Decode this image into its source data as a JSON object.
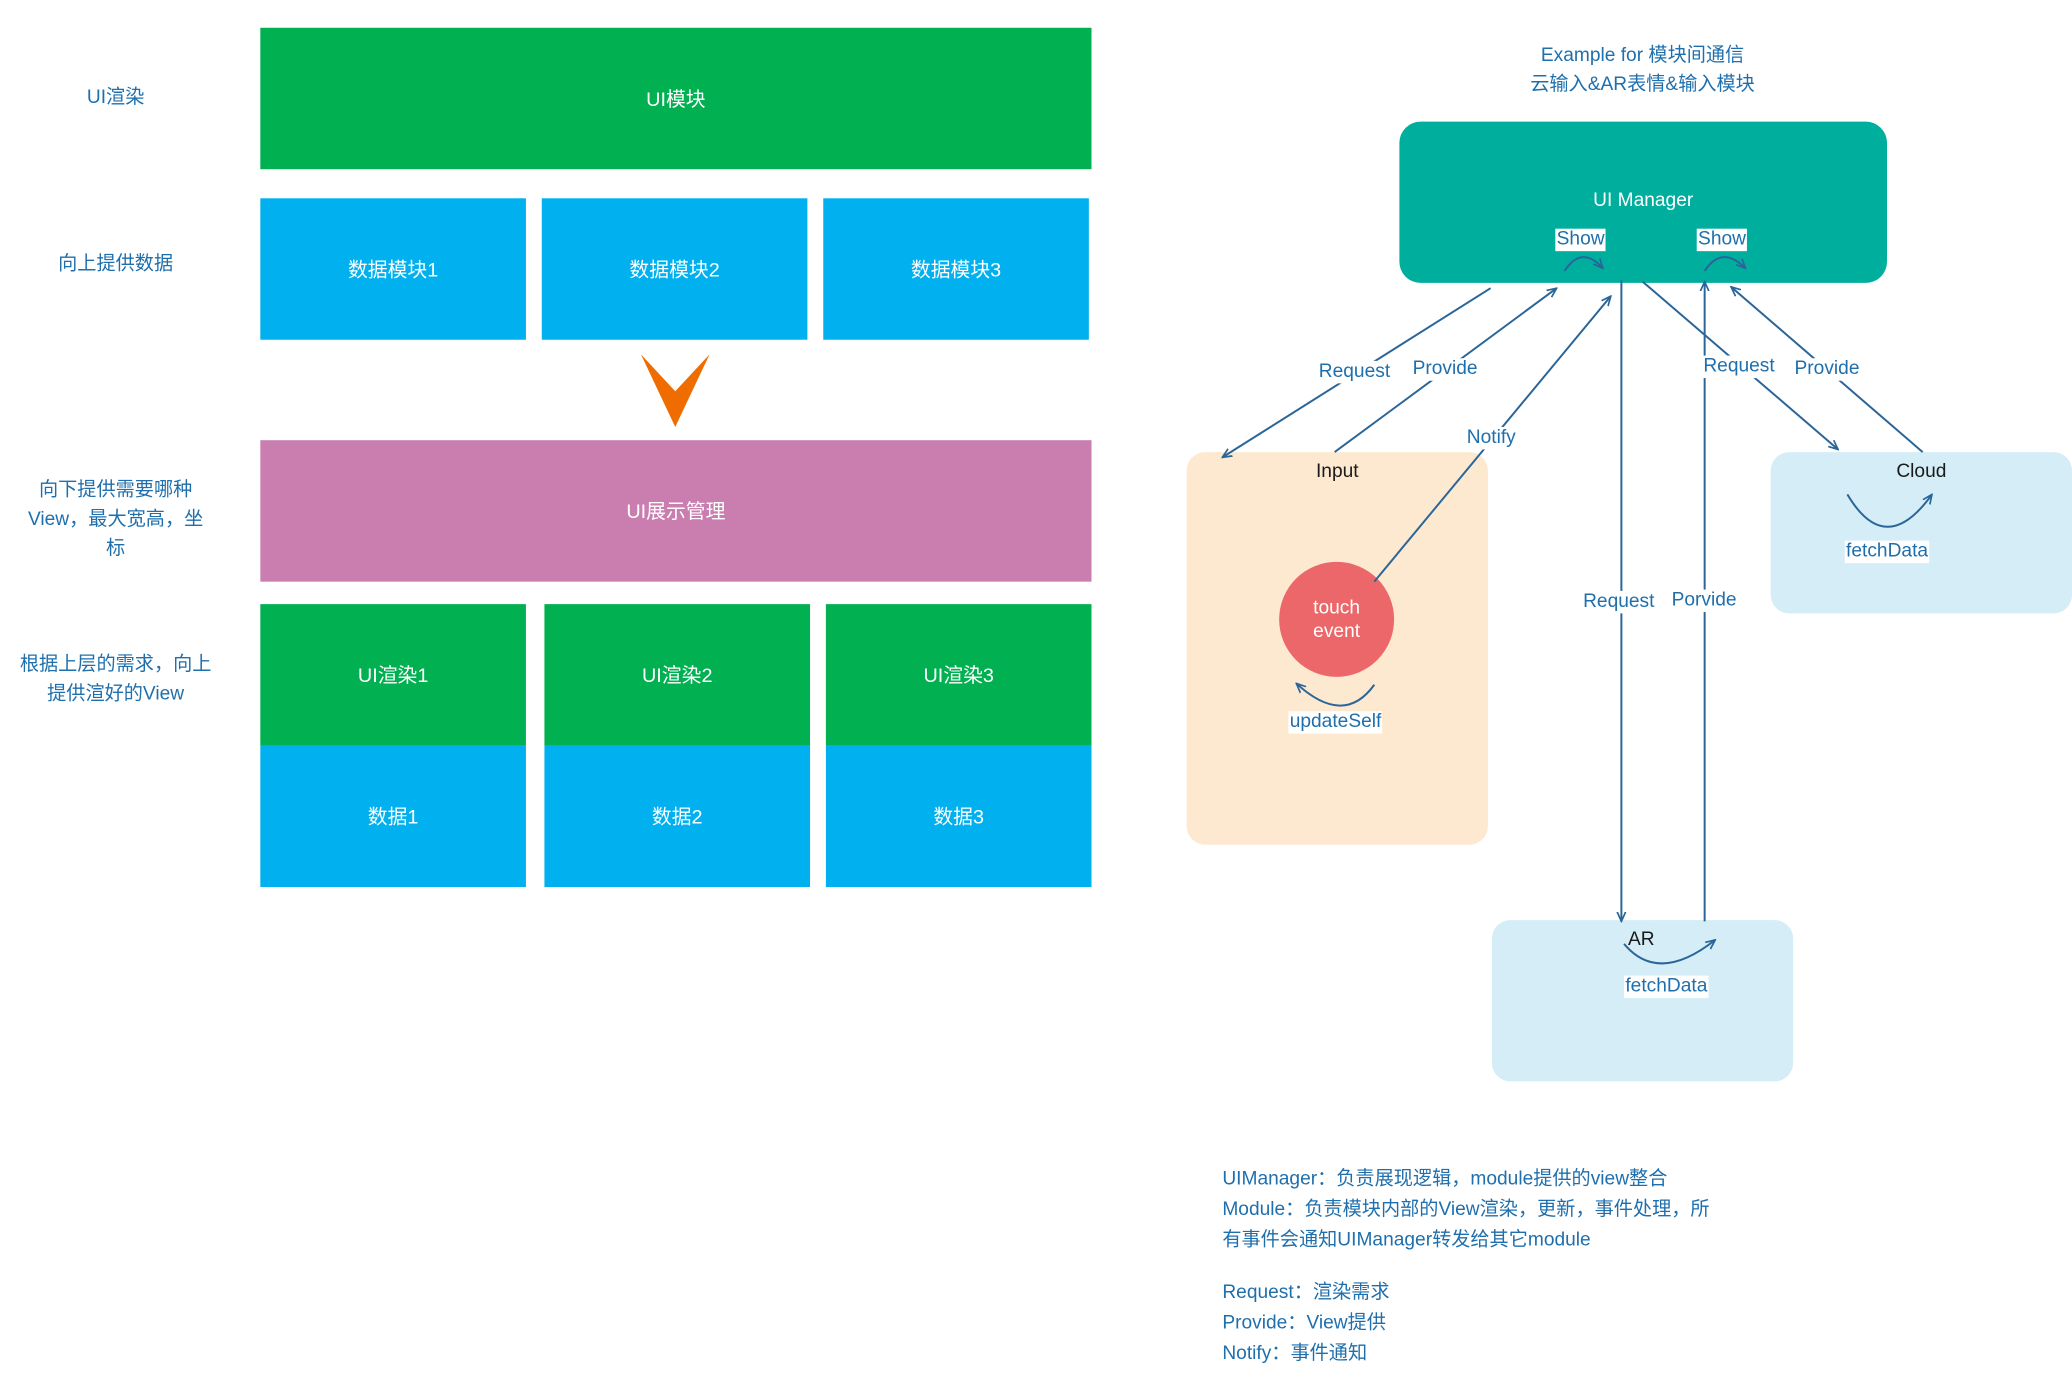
{
  "left": {
    "rows": [
      {
        "label": "UI渲染"
      },
      {
        "label": "向上提供数据"
      },
      {
        "label_lines": [
          "向下提供需要哪种",
          "View，最大宽高，坐",
          "标"
        ]
      },
      {
        "label_lines": [
          "根据上层的需求，向上",
          "提供渲好的View"
        ]
      }
    ],
    "ui_module": "UI模块",
    "data_modules": [
      "数据模块1",
      "数据模块2",
      "数据模块3"
    ],
    "display_manager": "UI展示管理",
    "renders": [
      "UI渲染1",
      "UI渲染2",
      "UI渲染3"
    ],
    "datas": [
      "数据1",
      "数据2",
      "数据3"
    ],
    "colors": {
      "green": "#01b050",
      "blue": "#01b0ef",
      "pink": "#ca7eb0",
      "arrow": "#ef6c00"
    }
  },
  "right": {
    "title_lines": [
      "Example for 模块间通信",
      "云输入&AR表情&输入模块"
    ],
    "ui_manager": {
      "title": "UI Manager",
      "show_left": "Show",
      "show_right": "Show",
      "color": "#00ae9e"
    },
    "input": {
      "title": "Input",
      "touch_line1": "touch",
      "touch_line2": "event",
      "update_self": "updateSelf",
      "color": "#fde9d0",
      "circle_color": "#ec6769"
    },
    "cloud": {
      "title": "Cloud",
      "fetch": "fetchData",
      "color": "#d4edf6"
    },
    "ar": {
      "title": "AR",
      "fetch": "fetchData",
      "color": "#d4edf6"
    },
    "edge_labels": {
      "input_request": "Request",
      "input_provide": "Provide",
      "notify": "Notify",
      "cloud_request": "Request",
      "cloud_provide": "Provide",
      "ar_request": "Request",
      "ar_provide": "Porvide"
    },
    "notes": [
      "UIManager：负责展现逻辑，module提供的view整合",
      "Module：负责模块内部的View渲染，更新，事件处理，所",
      "有事件会通知UIManager转发给其它module"
    ],
    "legend": [
      "Request：渲染需求",
      "Provide：View提供",
      "Notify：事件通知"
    ]
  }
}
